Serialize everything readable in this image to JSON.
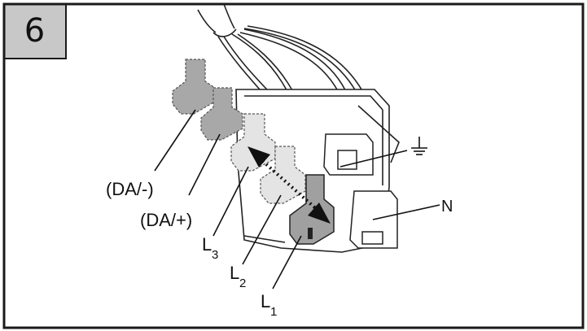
{
  "step_number": "6",
  "labels": {
    "da_minus": "(DA/-)",
    "da_plus": "(DA/+)",
    "l3_main": "L",
    "l3_sub": "3",
    "l2_main": "L",
    "l2_sub": "2",
    "l1_main": "L",
    "l1_sub": "1",
    "neutral": "N"
  },
  "icons": {
    "ground": "ground-symbol-icon",
    "arrow": "bidirectional-dotted-arrow-icon"
  },
  "colors": {
    "frame": "#1a1a1a",
    "step_box": "#c8c8c8",
    "terminal_dark": "#a0a0a0",
    "terminal_light": "#e4e4e4",
    "line": "#222222"
  }
}
